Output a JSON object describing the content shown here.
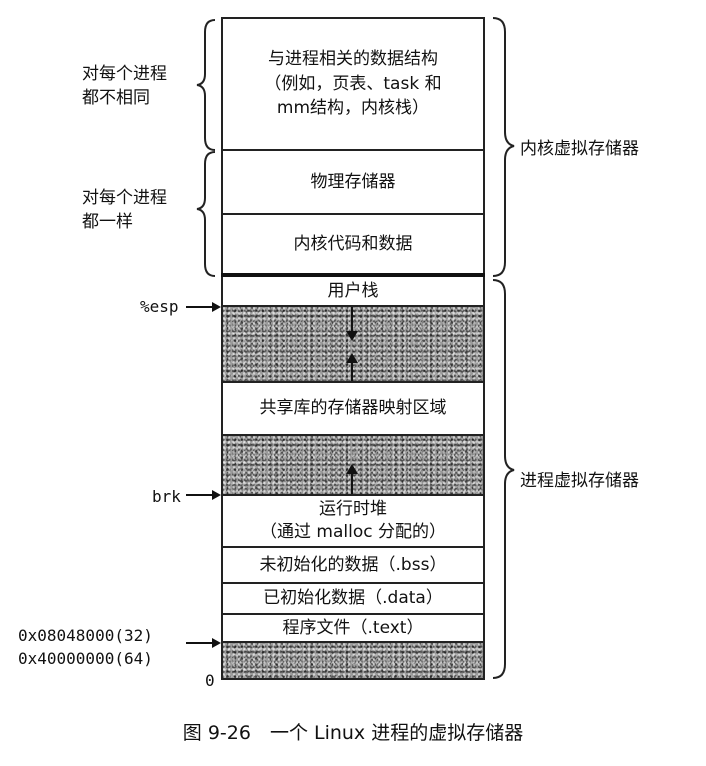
{
  "left_groups": [
    {
      "line1": "对每个进程",
      "line2": "都不相同"
    },
    {
      "line1": "对每个进程",
      "line2": "都一样"
    }
  ],
  "right_labels": {
    "kernel": "内核虚拟存储器",
    "process": "进程虚拟存储器"
  },
  "regions": {
    "task_structs": {
      "line1": "与进程相关的数据结构",
      "line2": "（例如，页表、task 和",
      "line3": "mm结构，内核栈）"
    },
    "physical_memory": "物理存储器",
    "kernel_code": "内核代码和数据",
    "user_stack": "用户栈",
    "shared_libs": "共享库的存储器映射区域",
    "heap": {
      "line1": "运行时堆",
      "line2": "（通过 malloc 分配的）"
    },
    "bss": "未初始化的数据（.bss）",
    "data": "已初始化数据（.data）",
    "text": "程序文件（.text）"
  },
  "pointers": {
    "esp": "%esp",
    "brk": "brk",
    "addr32": "0x08048000(32)",
    "addr64": "0x40000000(64)",
    "zero": "0"
  },
  "caption": "图 9-26　一个 Linux 进程的虚拟存储器"
}
